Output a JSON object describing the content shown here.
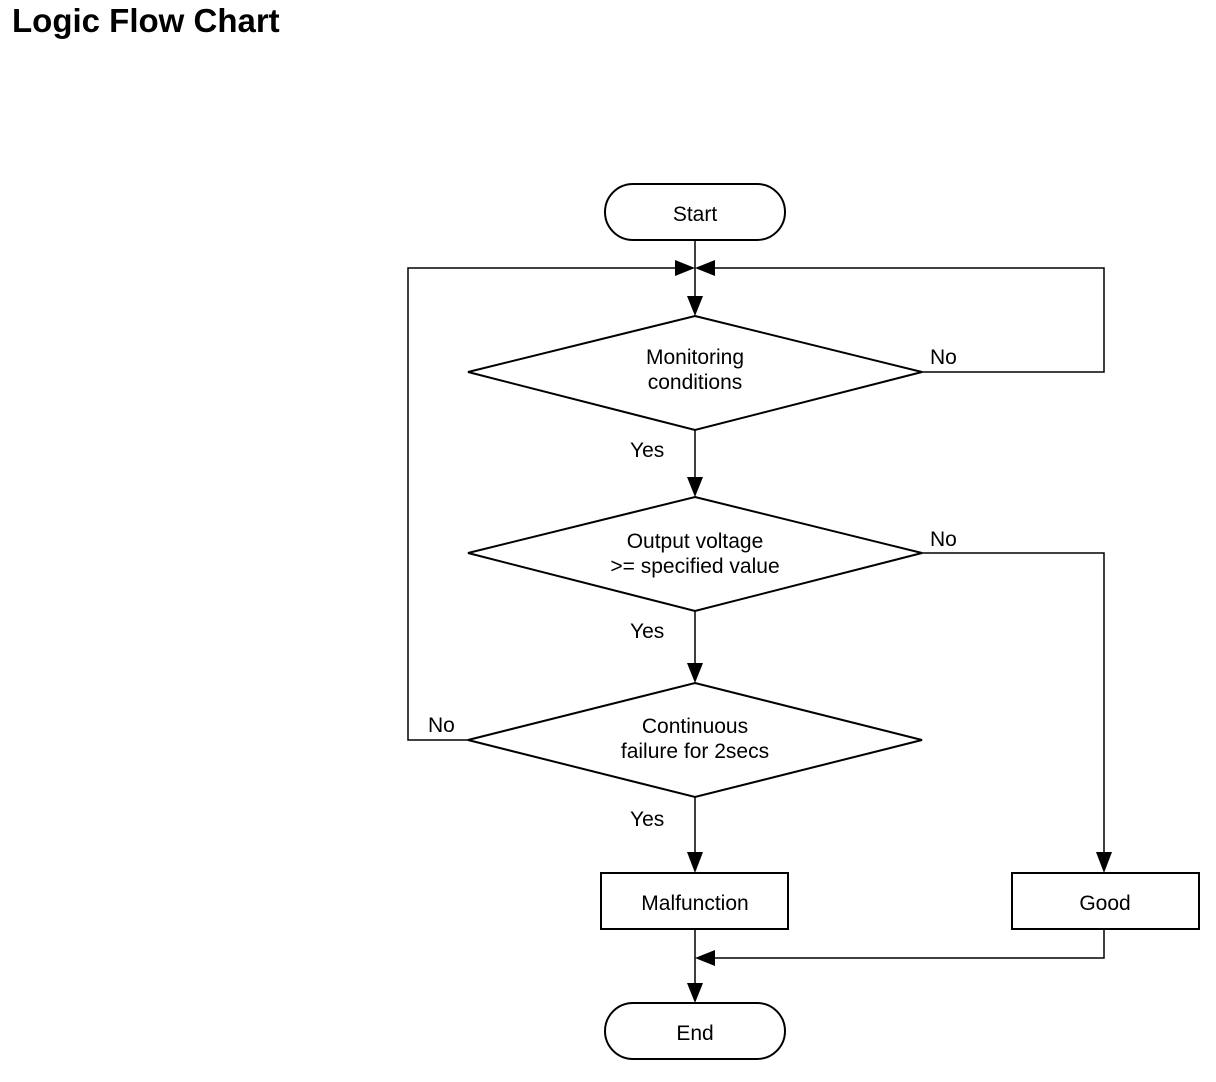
{
  "title": "Logic Flow Chart",
  "nodes": {
    "start": "Start",
    "monitoring": [
      "Monitoring",
      "conditions"
    ],
    "output_voltage": [
      "Output voltage",
      ">= specified value"
    ],
    "continuous_failure": [
      "Continuous",
      "failure for 2secs"
    ],
    "malfunction": "Malfunction",
    "good": "Good",
    "end": "End"
  },
  "edge_labels": {
    "monitoring_no": "No",
    "monitoring_yes": "Yes",
    "voltage_no": "No",
    "voltage_yes": "Yes",
    "failure_no": "No",
    "failure_yes": "Yes"
  }
}
